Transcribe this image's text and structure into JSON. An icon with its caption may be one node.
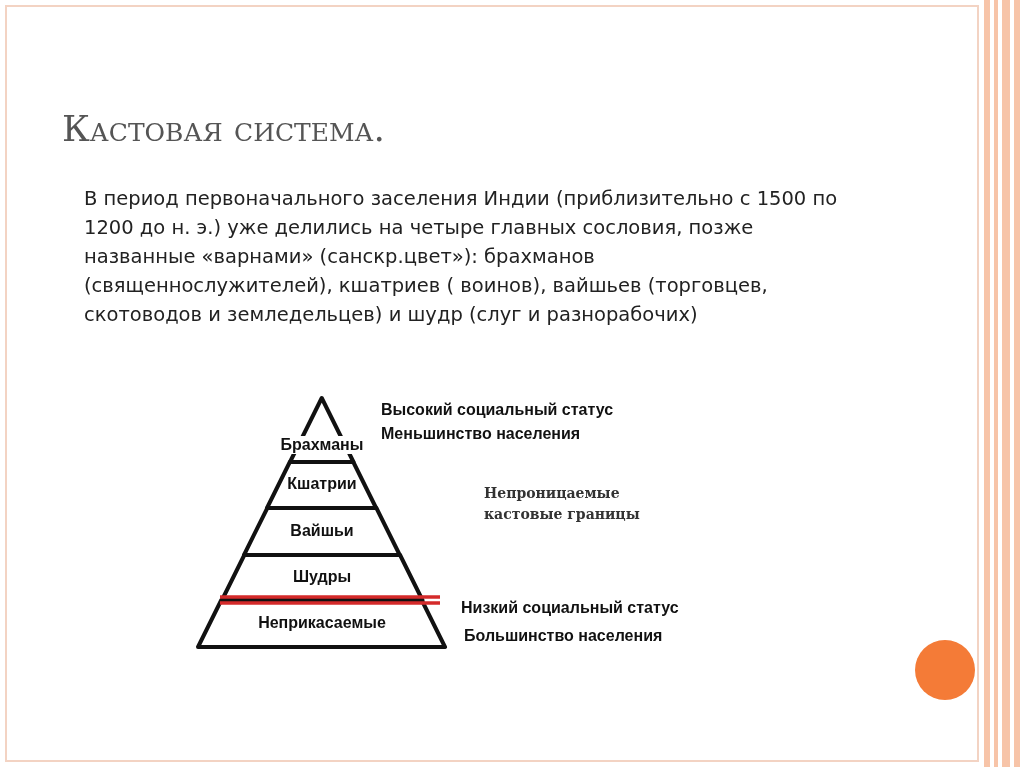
{
  "diagram": {
    "title": "Кастовая система.",
    "nodes": [
      {
        "text": [
          "Брахманы"
        ]
      },
      {
        "text": [
          "Кшатрии"
        ]
      },
      {
        "text": [
          "Вайшьи"
        ]
      },
      {
        "text": [
          "Шудры"
        ]
      },
      {
        "text": [
          "Неприкасаемые"
        ]
      }
    ],
    "labels": [
      "В период первоначального заселения Индии (приблизительно с 1500 по 1200 до н. э.) уже делились на четыре главных сословия, позже названные «варнами» (санскр.цвет»): брахманов (священнослужителей), кшатриев ( воинов), вайшьев (торговцев, скотоводов и земледельцев) и шудр (слуг и разнорабочих)",
      "Высокий социальный статус",
      "Меньшинство населения",
      "Непроницаемые кастовые границы",
      "Низкий социальный статус",
      "Большинство населения"
    ]
  }
}
